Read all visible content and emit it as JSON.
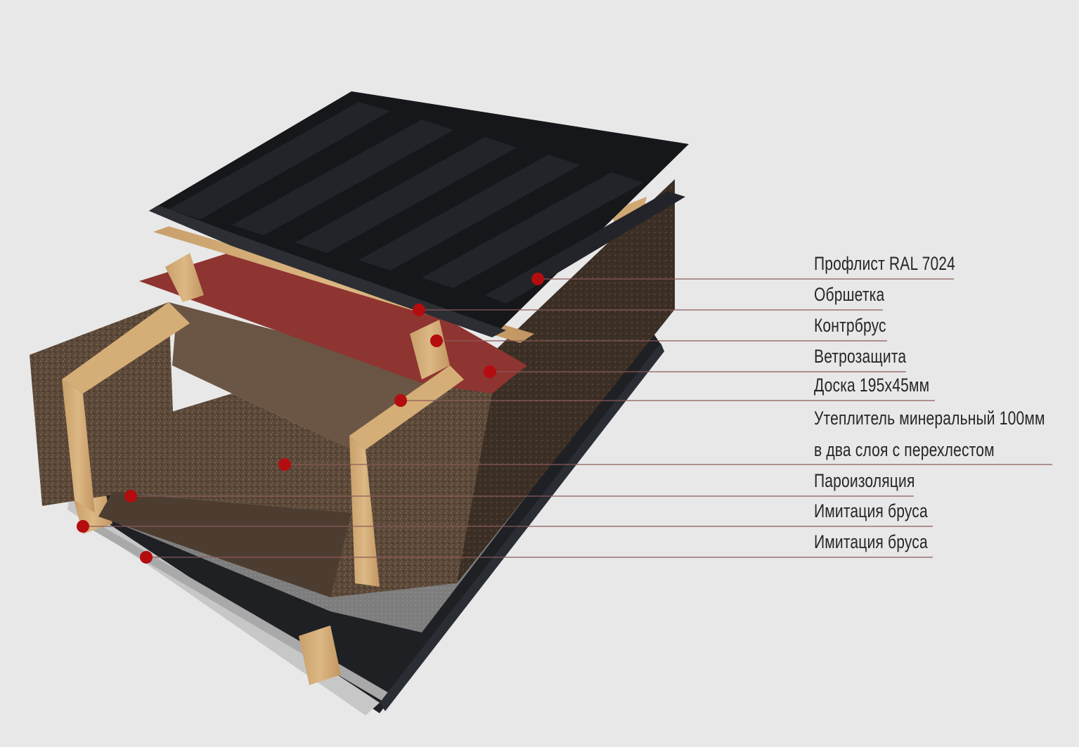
{
  "diagram": {
    "colors": {
      "background": "#e8e8e8",
      "marker": "#b30d10",
      "leader_line": "#8c5a5a",
      "text": "#262626",
      "profile_sheet": "#141518",
      "wood": "#d7b27e",
      "insulation": "#5d4a3a",
      "wind_barrier": "#8e3431",
      "vapor_barrier": "#7b7b7b",
      "ceiling_board": "#bdbdbd"
    },
    "layers": [
      {
        "id": "profile-sheet",
        "label": "Профлист RAL 7024",
        "icon": "marker-dot"
      },
      {
        "id": "lathing",
        "label": "Обршетка",
        "icon": "marker-dot"
      },
      {
        "id": "counter-batten",
        "label": "Контрбрус",
        "icon": "marker-dot"
      },
      {
        "id": "wind-barrier",
        "label": "Ветрозащита",
        "icon": "marker-dot"
      },
      {
        "id": "board",
        "label": "Доска 195х45мм",
        "icon": "marker-dot"
      },
      {
        "id": "insulation",
        "label": "Утеплитель минеральный 100мм",
        "label_line2": "в два слоя с перехлестом",
        "icon": "marker-dot"
      },
      {
        "id": "vapor-barrier",
        "label": "Пароизоляция",
        "icon": "marker-dot"
      },
      {
        "id": "imitation-1",
        "label": "Имитация бруса",
        "icon": "marker-dot"
      },
      {
        "id": "imitation-2",
        "label": "Имитация бруса",
        "icon": "marker-dot"
      }
    ]
  }
}
